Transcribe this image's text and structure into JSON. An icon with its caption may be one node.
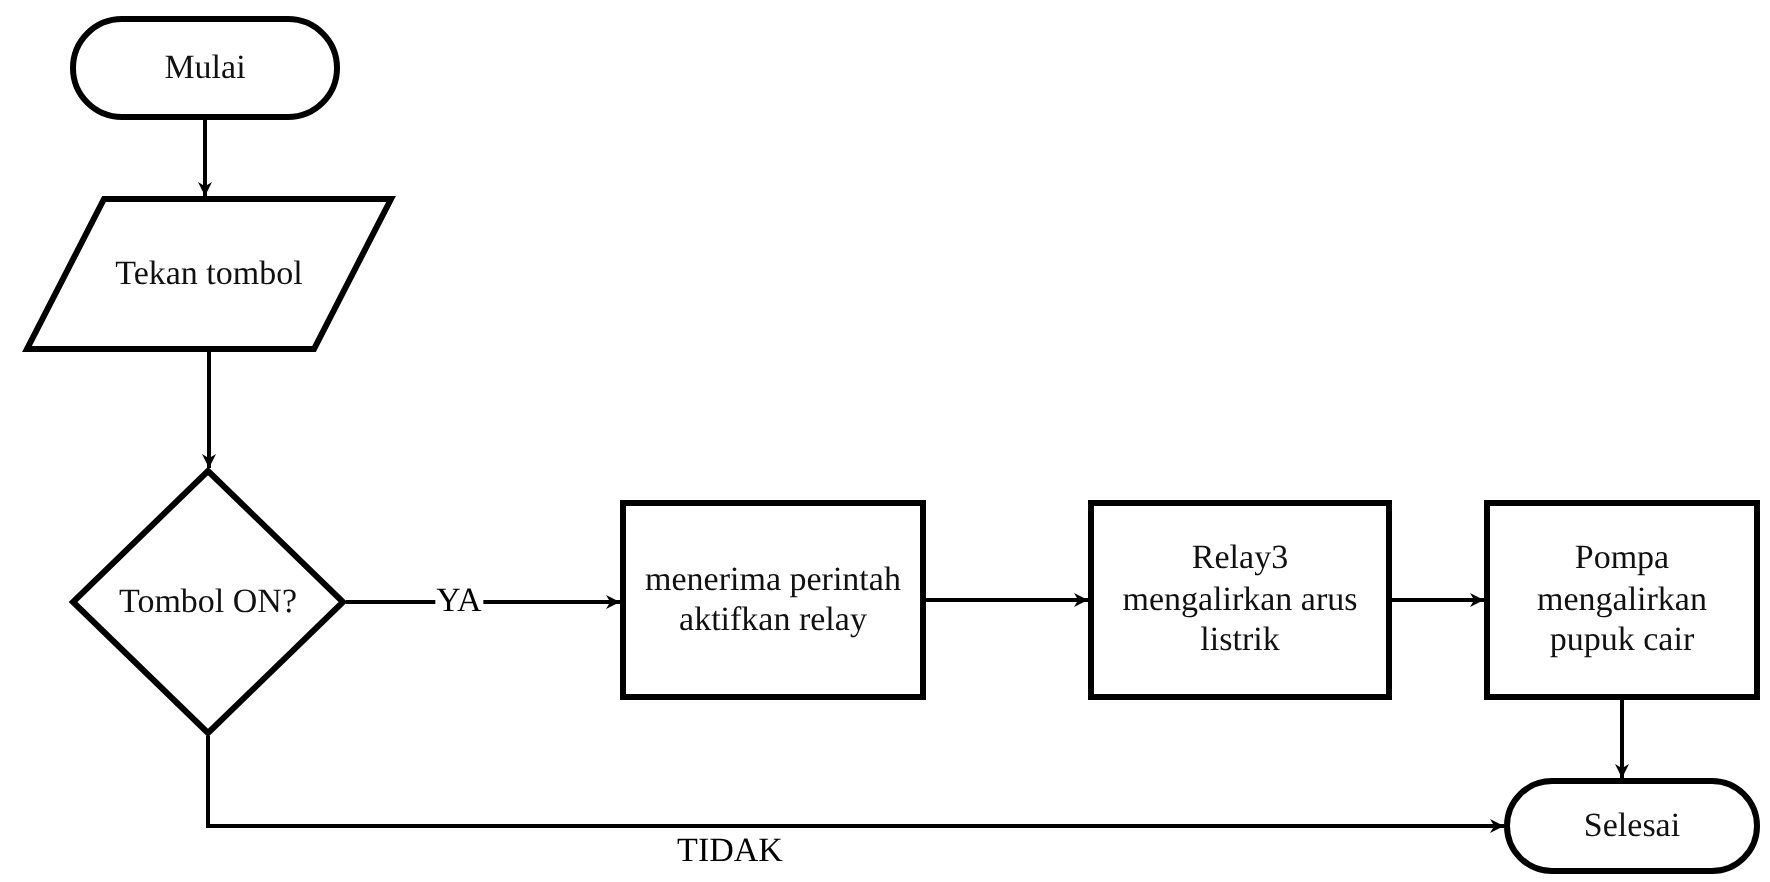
{
  "diagram": {
    "nodes": [
      {
        "text": [
          "Mulai"
        ]
      },
      {
        "text": [
          "Tekan tombol"
        ]
      },
      {
        "text": [
          "Tombol ON?"
        ]
      },
      {
        "text": [
          "menerima perintah aktifkan relay"
        ]
      },
      {
        "text": [
          "Relay3 mengalirkan arus listrik"
        ]
      },
      {
        "text": [
          "Pompa mengalirkan pupuk cair"
        ]
      },
      {
        "text": [
          "Selesai"
        ]
      }
    ],
    "edges": [
      {
        "from": 0,
        "to": 1,
        "arrow": "to"
      },
      {
        "from": 1,
        "to": 2,
        "arrow": "to"
      },
      {
        "from": 2,
        "to": 3,
        "arrow": "to",
        "label": "YA"
      },
      {
        "from": 3,
        "to": 4,
        "arrow": "to"
      },
      {
        "from": 4,
        "to": 5,
        "arrow": "to"
      },
      {
        "from": 5,
        "to": 6,
        "arrow": "to"
      },
      {
        "from": 2,
        "to": 6,
        "arrow": "to",
        "label": "TIDAK"
      }
    ]
  }
}
